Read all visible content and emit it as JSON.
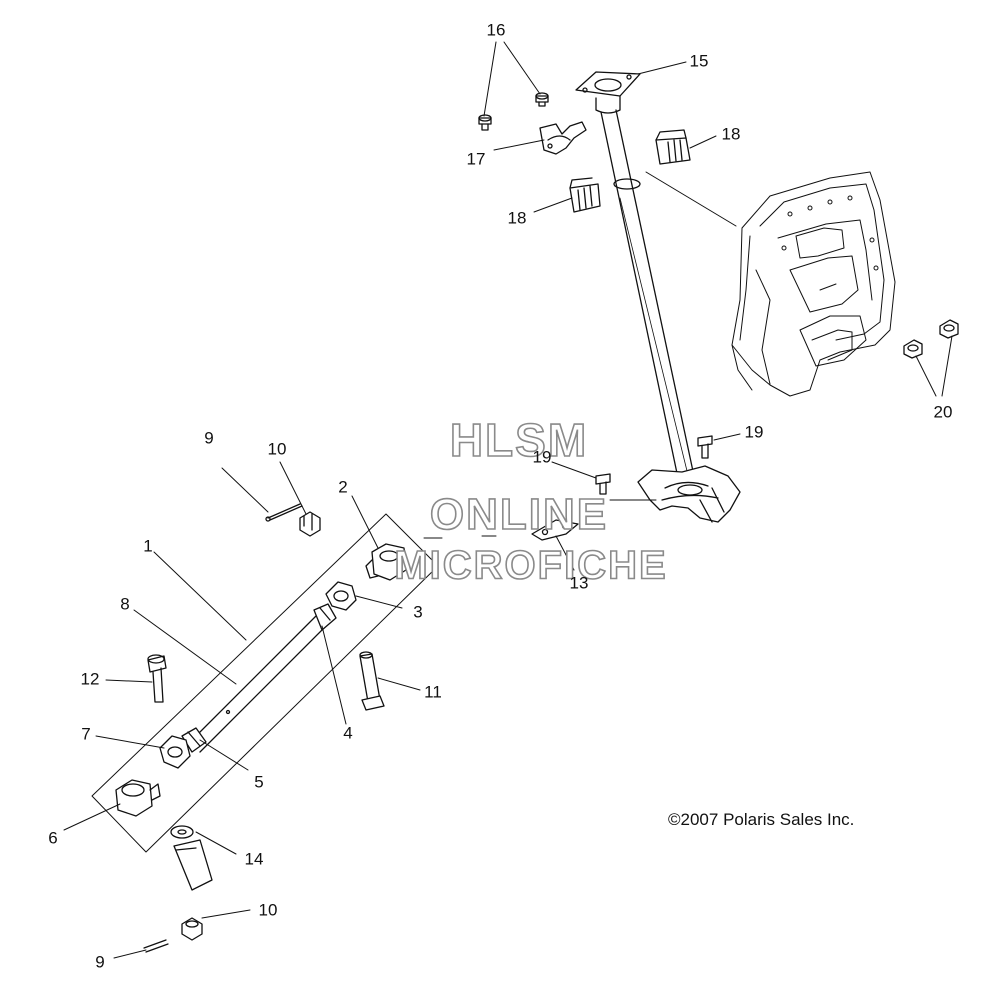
{
  "watermark": {
    "line1": "HLSM",
    "line2": "ONLINE",
    "line3": "MICROFICHE"
  },
  "copyright": "©2007 Polaris Sales Inc.",
  "callouts": {
    "c1": "1",
    "c2": "2",
    "c3": "3",
    "c4": "4",
    "c5": "5",
    "c6": "6",
    "c7": "7",
    "c8": "8",
    "c9_top": "9",
    "c9_bottom": "9",
    "c10_top": "10",
    "c10_bottom": "10",
    "c11": "11",
    "c12": "12",
    "c13": "13",
    "c14": "14",
    "c15": "15",
    "c16": "16",
    "c17": "17",
    "c18_upper": "18",
    "c18_lower": "18",
    "c19_right": "19",
    "c19_left": "19",
    "c20": "20"
  },
  "colors": {
    "line": "#111111",
    "watermark_outline": "#8a8a8a",
    "background": "#ffffff"
  }
}
